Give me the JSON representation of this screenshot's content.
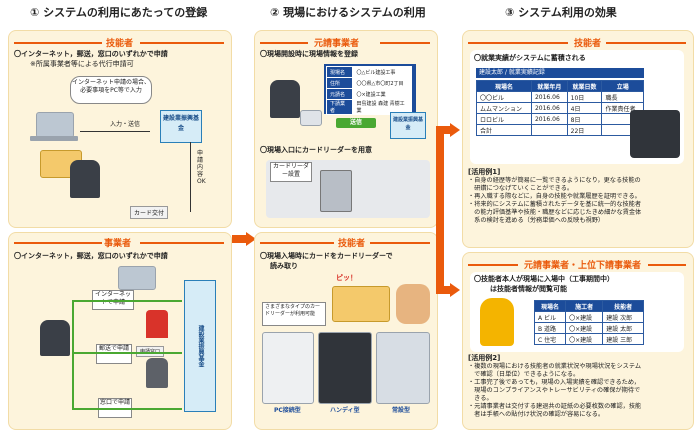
{
  "columns": {
    "c1": "① システムの利用にあたっての登録",
    "c2": "② 現場におけるシステムの利用",
    "c3": "③ システム利用の効果"
  },
  "p1": {
    "head": "技能者",
    "line1": "〇インターネット，郵送，窓口のいずれかで申請",
    "line2": "※所属事業者等による代行申請可",
    "bubble": "インターネット申請の場合、必要事項をPC等で入力",
    "send": "入力・送信",
    "org": "建設業振興基金",
    "vertical": "申請内容OK",
    "card_issue": "カード交付"
  },
  "p2": {
    "head": "事業者",
    "line1": "〇インターネット，郵送，窓口のいずれかで申請",
    "net": "インターネットで申請",
    "mail": "郵送で申請",
    "window": "窓口で申請",
    "counter": "申請窓口",
    "org": "建設業振興基金"
  },
  "p3": {
    "head": "元請事業者",
    "line1": "〇現場開設時に現場情報を登録",
    "form_rows": [
      {
        "k": "現場名",
        "v": "〇△ビル建設工事"
      },
      {
        "k": "住所",
        "v": "〇〇県△市〇町2丁目"
      },
      {
        "k": "元請名",
        "v": "〇×建設工業"
      },
      {
        "k": "下請業者",
        "v": "田島建設 森建 青樹工業"
      }
    ],
    "send": "送信",
    "org": "建設業振興基金",
    "line2": "〇現場入口にカードリーダーを用意",
    "reader_label": "カードリーダー設置"
  },
  "p4": {
    "head": "技能者",
    "line1": "〇現場入場時にカードをカードリーダーで",
    "line2": "読み取り",
    "beep": "ピッ！",
    "types_note": "さまざまなタイプのカードリーダーが利用可能",
    "t1": "PC接続型",
    "t2": "ハンディ型",
    "t3": "常設型"
  },
  "p5": {
    "head": "技能者",
    "line1": "〇就業実績がシステムに蓄積される",
    "table_title": "建設太郎 / 就業実績記録",
    "headers": [
      "現場名",
      "就業年月",
      "就業日数",
      "立場"
    ],
    "rows": [
      [
        "〇〇ビル",
        "2016.06",
        "10日",
        "職長"
      ],
      [
        "ムムマンション",
        "2016.06",
        "4日",
        "作業責任者"
      ],
      [
        "ロロビル",
        "2016.06",
        "8日",
        ""
      ],
      [
        "合計",
        "",
        "22日",
        ""
      ]
    ],
    "ex_title": "[活用例1]",
    "ex_lines": [
      "・自身の経歴等が簡易に一覧できるようになり，更なる技能の",
      "　研鑽につなげていくことができる。",
      "・再入職する際などに，自身の技能や就業履歴を証明できる。",
      "・将来的にシステムに蓄積されたデータを基に統一的な技能者",
      "　の能力評価基準や技能・職歴などに応じたきめ細かな賃金体",
      "　系の検討を進める（労務単価への反映も視野）"
    ]
  },
  "p6": {
    "head": "元請事業者・上位下請事業者",
    "line1": "〇技能者本人が現場に入場中（工事期間中）",
    "line2": "は技能者情報が閲覧可能",
    "headers": [
      "現場名",
      "施工者",
      "技能者"
    ],
    "rows": [
      [
        "A ビル",
        "〇×建設",
        "建設 次郎"
      ],
      [
        "B 道路",
        "〇×建設",
        "建設 太郎"
      ],
      [
        "C 住宅",
        "〇×建設",
        "建設 三郎"
      ]
    ],
    "ex_title": "[活用例2]",
    "ex_lines": [
      "・複数の現場における技能者の就業状況や現場状況をシステム",
      "　で確認（日単位）できるようになる。",
      "・工事完了後であっても，現場の入場実績を確認できるため，",
      "　現場のコンプライアンスやトレーサビリティの確保が期待で",
      "　きる。",
      "・元請事業者は交付する建退共の証紙の必要枚数の確認，技能",
      "　者は手帳への貼付け状況の確認が容易になる。"
    ]
  },
  "colors": {
    "accent": "#ea5a0c",
    "panel": "#fdf4dc",
    "blue": "#1c4c9a",
    "green": "#4aa832"
  }
}
